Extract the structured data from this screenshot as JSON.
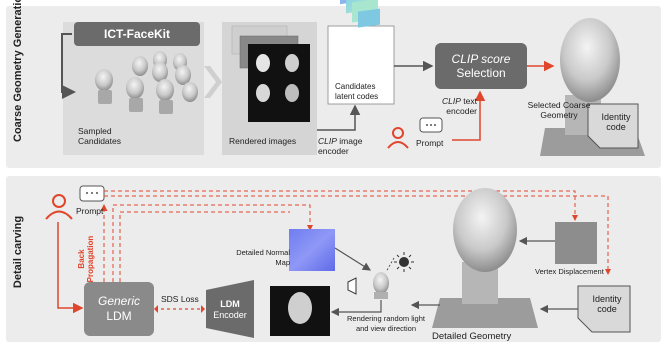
{
  "top": {
    "section_label": "Coarse Geometry Generation",
    "ictfacekit": "ICT-FaceKit",
    "sampled": "Sampled Candidates",
    "rendered": "Rendered images",
    "clip_image_encoder_clip": "CLIP",
    "clip_image_encoder_rest": "image encoder",
    "latent": "Candidates latent codes",
    "clip_score_line1": "CLIP score",
    "clip_score_line2": "Selection",
    "clip_text_encoder_clip": "CLIP",
    "clip_text_encoder_rest": "text encoder",
    "prompt": "Prompt",
    "selected": "Selected Coarse Geometry",
    "identity_code": "Identity code"
  },
  "bottom": {
    "section_label": "Detail carving",
    "prompt": "Prompt",
    "back_propagation": "Back Propagation",
    "generic": "Generic",
    "ldm": "LDM",
    "sds_loss": "SDS Loss",
    "ldm_encoder_1": "LDM",
    "ldm_encoder_2": "Encoder",
    "normal_map": "Detailed Normal Map",
    "rendering": "Rendering random light and view direction",
    "detailed_geometry": "Detailed Geometry",
    "vertex_disp": "Vertex Displacement",
    "identity_code": "Identity code"
  },
  "colors": {
    "panel_bg": "#ececec",
    "dark_box": "#6b6b6b",
    "ldm_box": "#8a8a8a",
    "red_accent": "#e0462c",
    "arrow_gray": "#555555"
  }
}
